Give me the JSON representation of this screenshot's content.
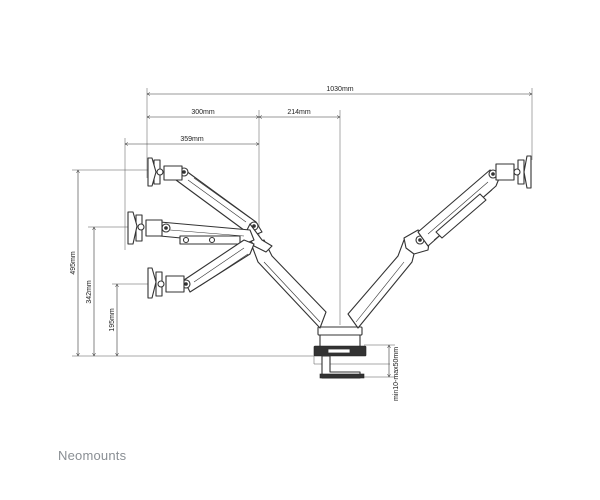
{
  "brand": "Neomounts",
  "dimensions": {
    "total_width": "1030mm",
    "reach_300": "300mm",
    "offset_214": "214mm",
    "reach_359": "359mm",
    "height_495": "495mm",
    "height_342": "342mm",
    "height_195": "195mm",
    "desk_clamp": "min10-max50mm"
  }
}
